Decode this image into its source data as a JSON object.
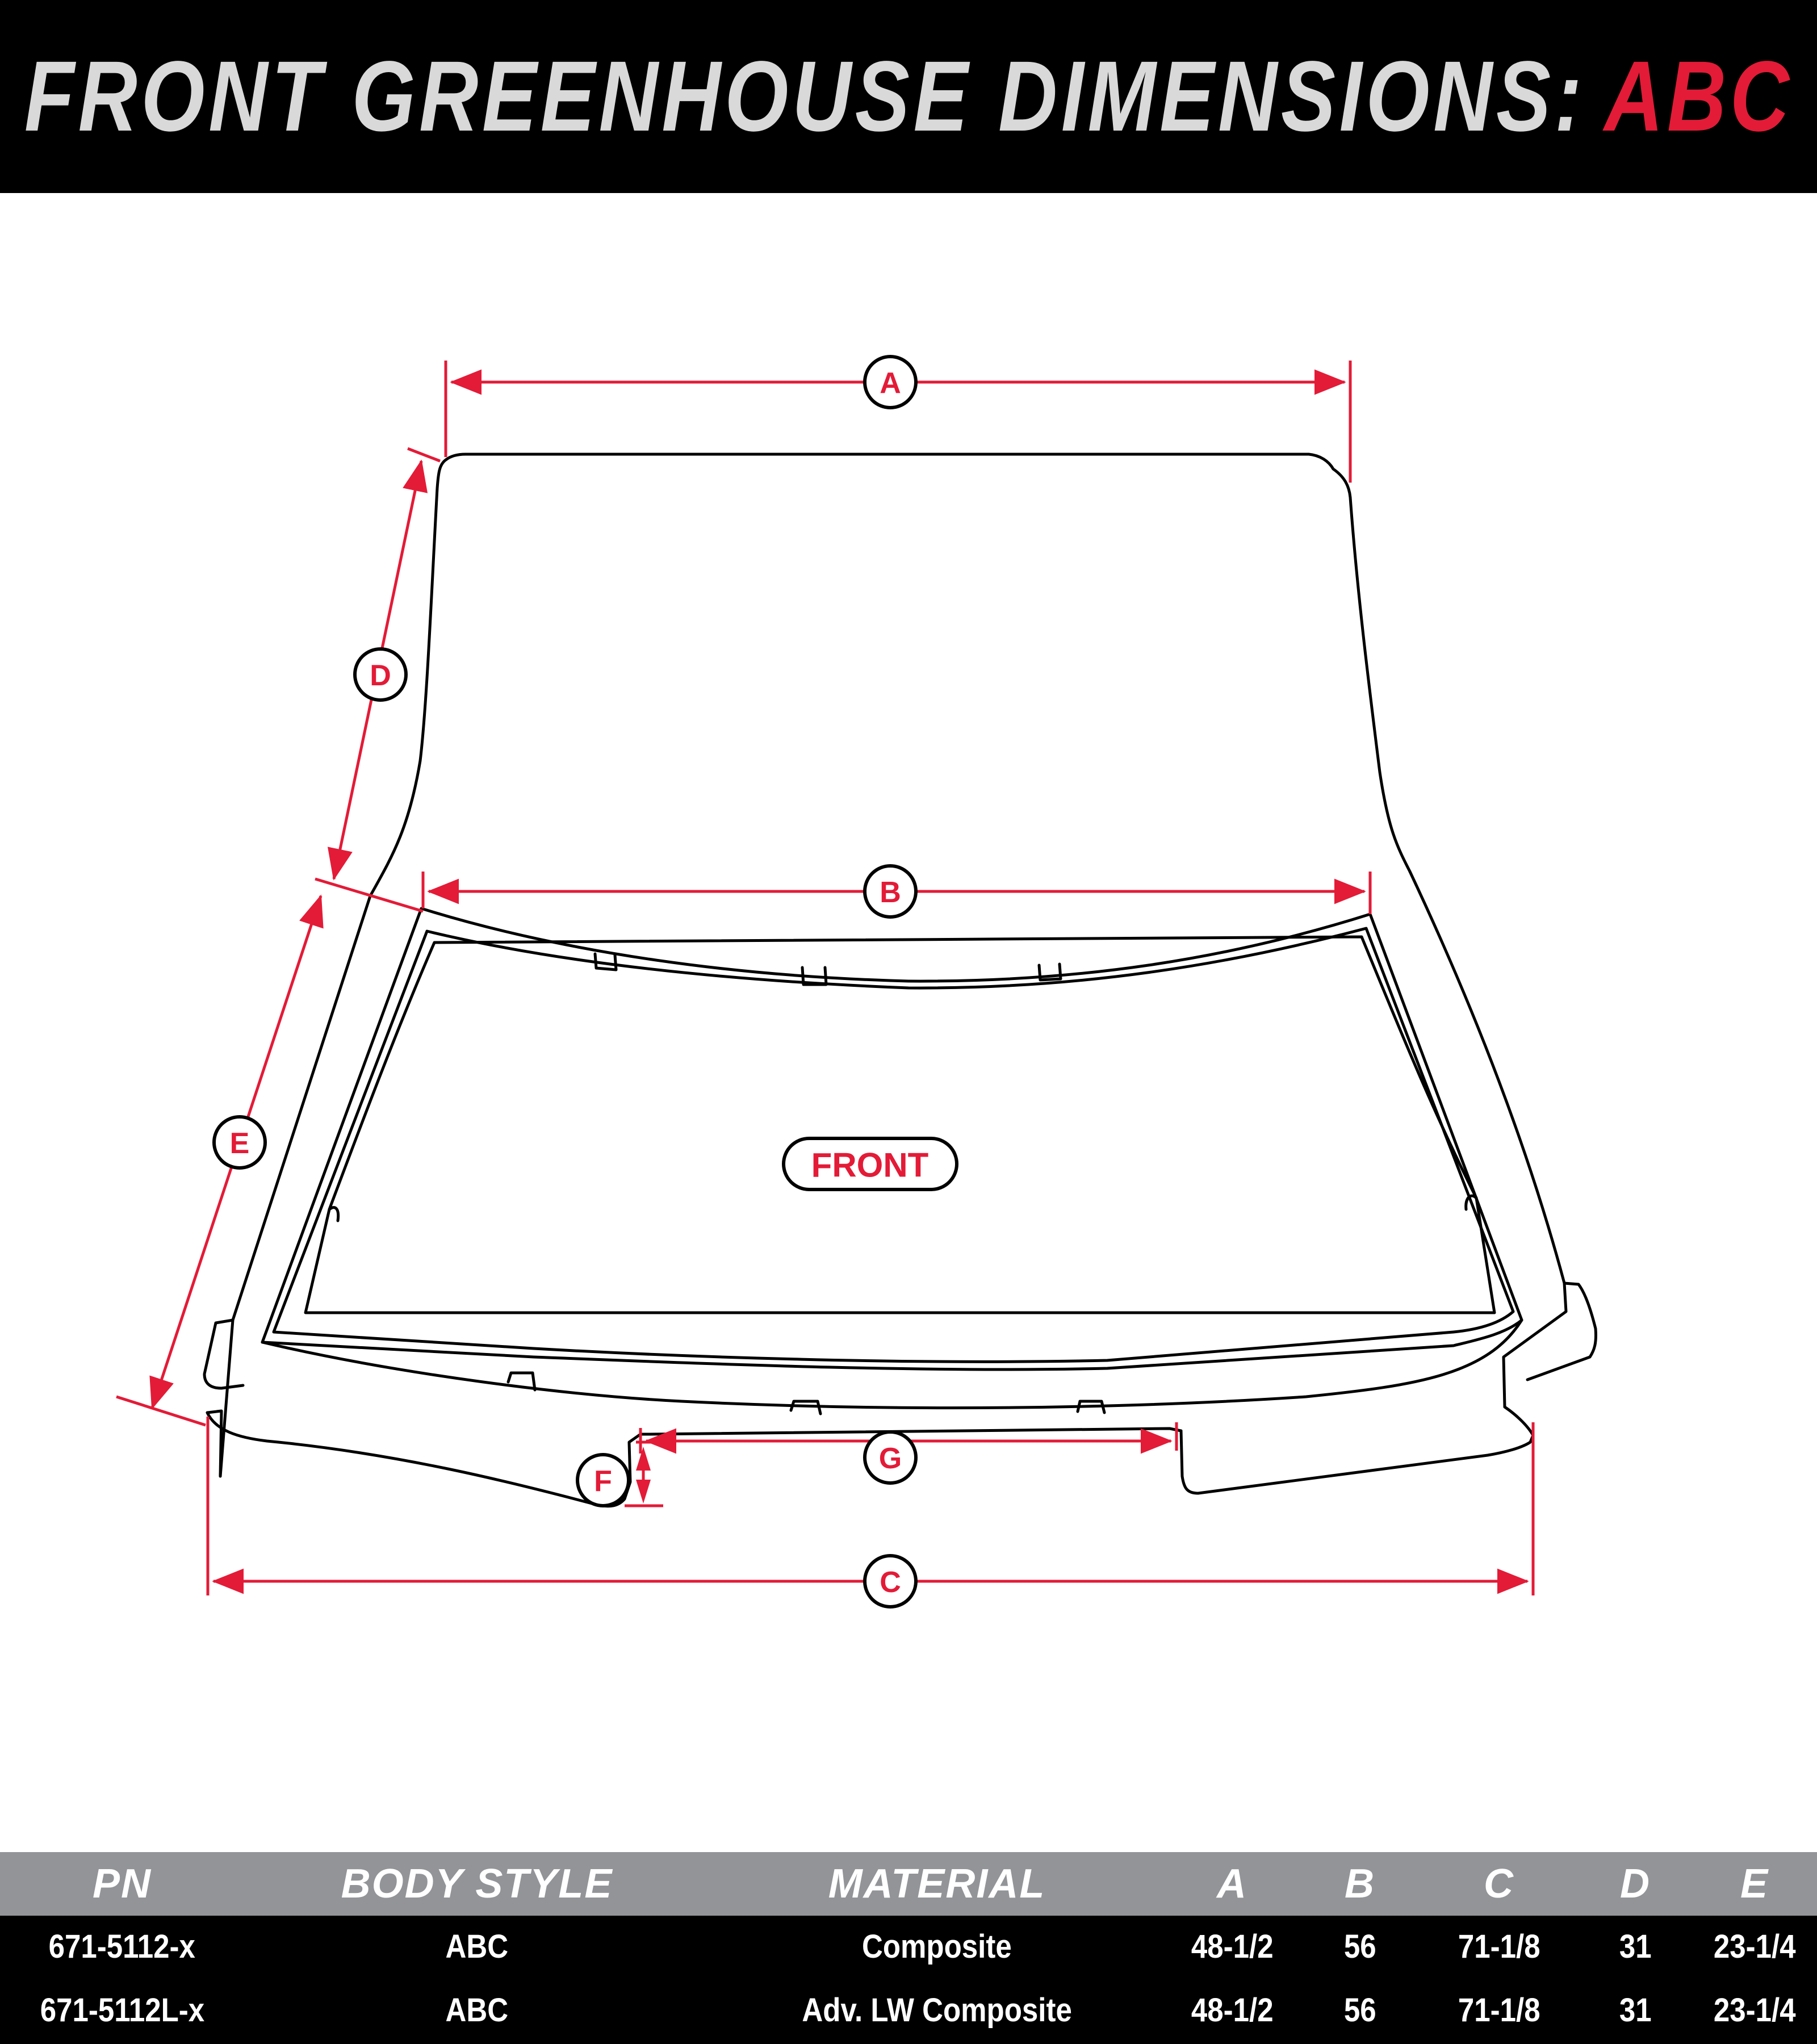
{
  "title": {
    "main": "FRONT GREENHOUSE DIMENSIONS:",
    "accent": "ABC"
  },
  "diagram": {
    "dimension_labels": {
      "A": "A",
      "B": "B",
      "C": "C",
      "D": "D",
      "E": "E",
      "F": "F",
      "G": "G"
    },
    "part_label": "FRONT",
    "colors": {
      "dimension": "#e31b37",
      "outline": "#000000"
    }
  },
  "table": {
    "headers": [
      "PN",
      "BODY STYLE",
      "MATERIAL",
      "A",
      "B",
      "C",
      "D",
      "E"
    ],
    "rows": [
      [
        "671-5112-x",
        "ABC",
        "Composite",
        "48-1/2",
        "56",
        "71-1/8",
        "31",
        "23-1/4"
      ],
      [
        "671-5112L-x",
        "ABC",
        "Adv. LW Composite",
        "48-1/2",
        "56",
        "71-1/8",
        "31",
        "23-1/4"
      ]
    ],
    "colors": {
      "header_bg": "#929497",
      "body_bg": "#000000",
      "text": "#ffffff"
    }
  }
}
